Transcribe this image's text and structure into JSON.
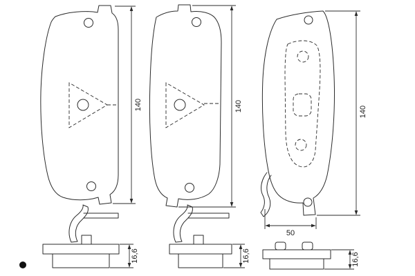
{
  "figure": {
    "type": "technical-drawing",
    "subject": "disc brake pad set - outline drawing with dimensions",
    "labels": {
      "pad1_height": "140",
      "pad2_height": "140",
      "pad3_height": "140",
      "pad3_width": "50",
      "profile1_thickness": "16,6",
      "profile2_thickness": "16,6",
      "profile3_thickness": "16,6"
    },
    "colors": {
      "line": "#2a2a2a",
      "background": "#ffffff",
      "marker_dot": "#111111"
    }
  }
}
